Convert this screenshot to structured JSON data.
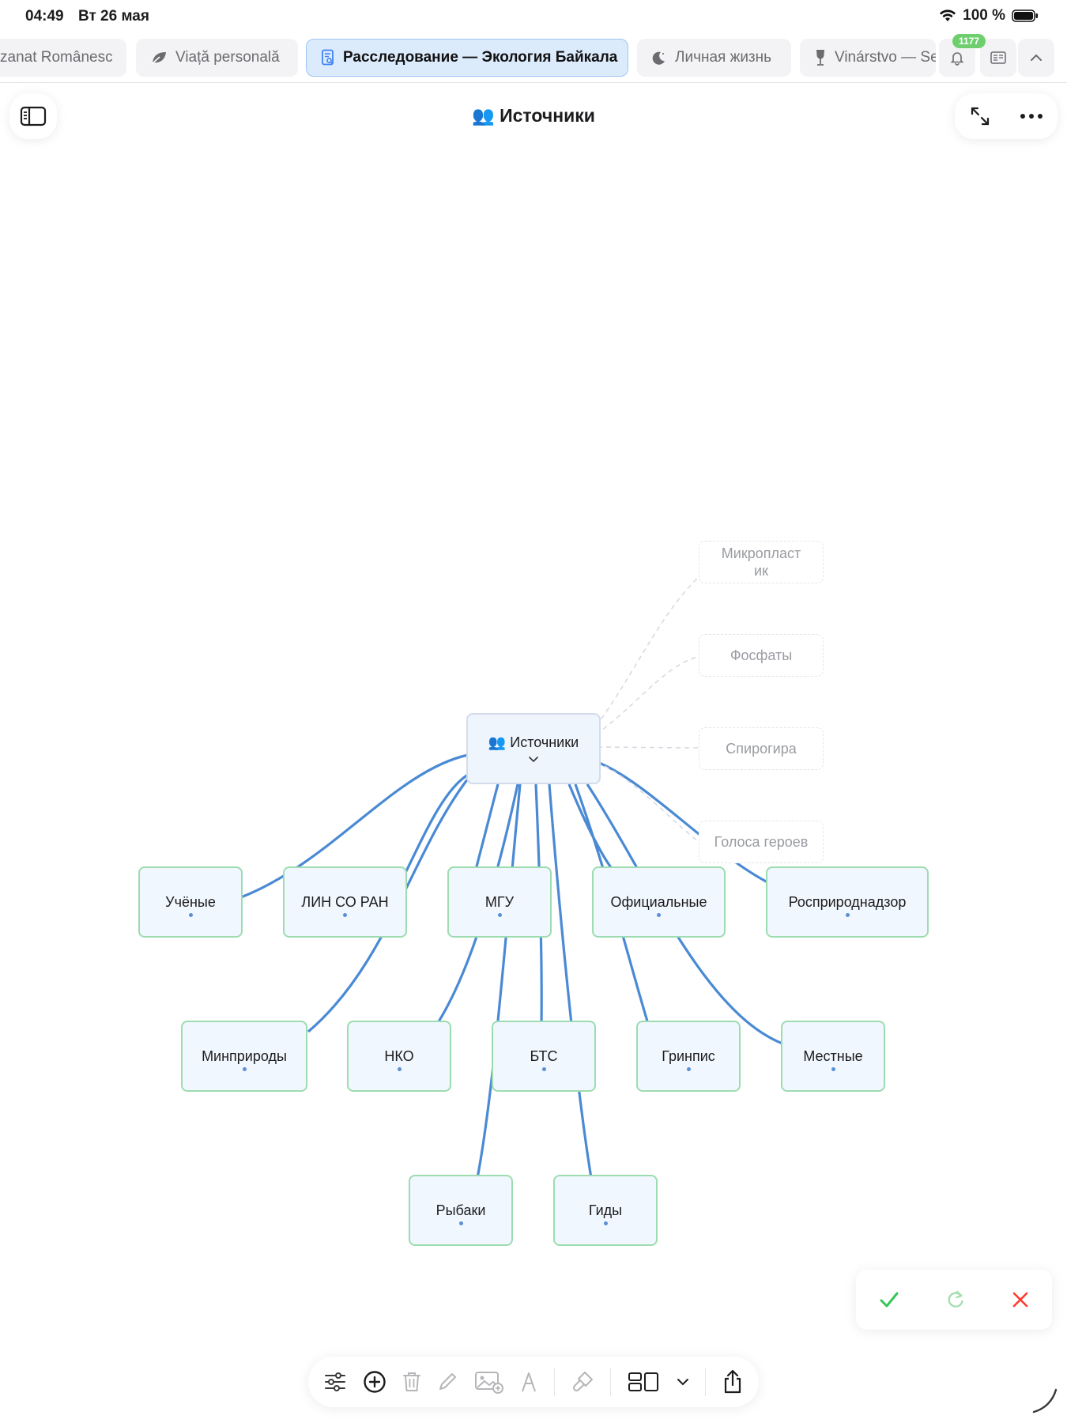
{
  "status": {
    "time": "04:49",
    "date": "Вт 26 мая",
    "battery": "100 %"
  },
  "tabs": [
    {
      "label": "zanat Românesc",
      "icon": "none"
    },
    {
      "label": "Viață personală",
      "icon": "leaf-icon"
    },
    {
      "label": "Расследование — Экология Байкала",
      "icon": "document-search-icon",
      "active": true
    },
    {
      "label": "Личная жизнь",
      "icon": "moon-icon"
    },
    {
      "label": "Vinárstvo — Se",
      "icon": "wine-glass-icon"
    }
  ],
  "notifications_badge": "1177",
  "header": {
    "title": "👥 Источники"
  },
  "mindmap": {
    "root": {
      "label": "👥 Источники"
    },
    "nodes": [
      "Учёные",
      "ЛИН СО РАН",
      "МГУ",
      "Официальные",
      "Росприроднадзор",
      "Минприроды",
      "НКО",
      "БТС",
      "Гринпис",
      "Местные",
      "Рыбаки",
      "Гиды"
    ],
    "suggestions": [
      "Микропласт ик",
      "Фосфаты",
      "Спирогира",
      "Голоса героев"
    ]
  },
  "colors": {
    "accent": "#4a8ad4",
    "node_border": "#9ddcb0",
    "confirm": "#34c759",
    "reject": "#ff3b30"
  }
}
